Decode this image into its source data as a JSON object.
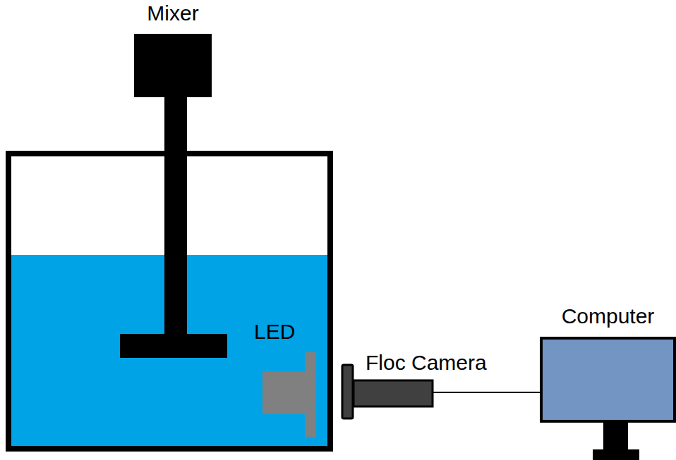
{
  "diagram": {
    "nodes": [
      {
        "text": [
          "Mixer"
        ]
      },
      {
        "text": [
          "LED"
        ]
      },
      {
        "text": [
          "Floc Camera"
        ]
      },
      {
        "text": [
          "Computer"
        ]
      }
    ],
    "edges": [
      {
        "from": 2,
        "to": 3,
        "arrow": "none"
      }
    ]
  }
}
